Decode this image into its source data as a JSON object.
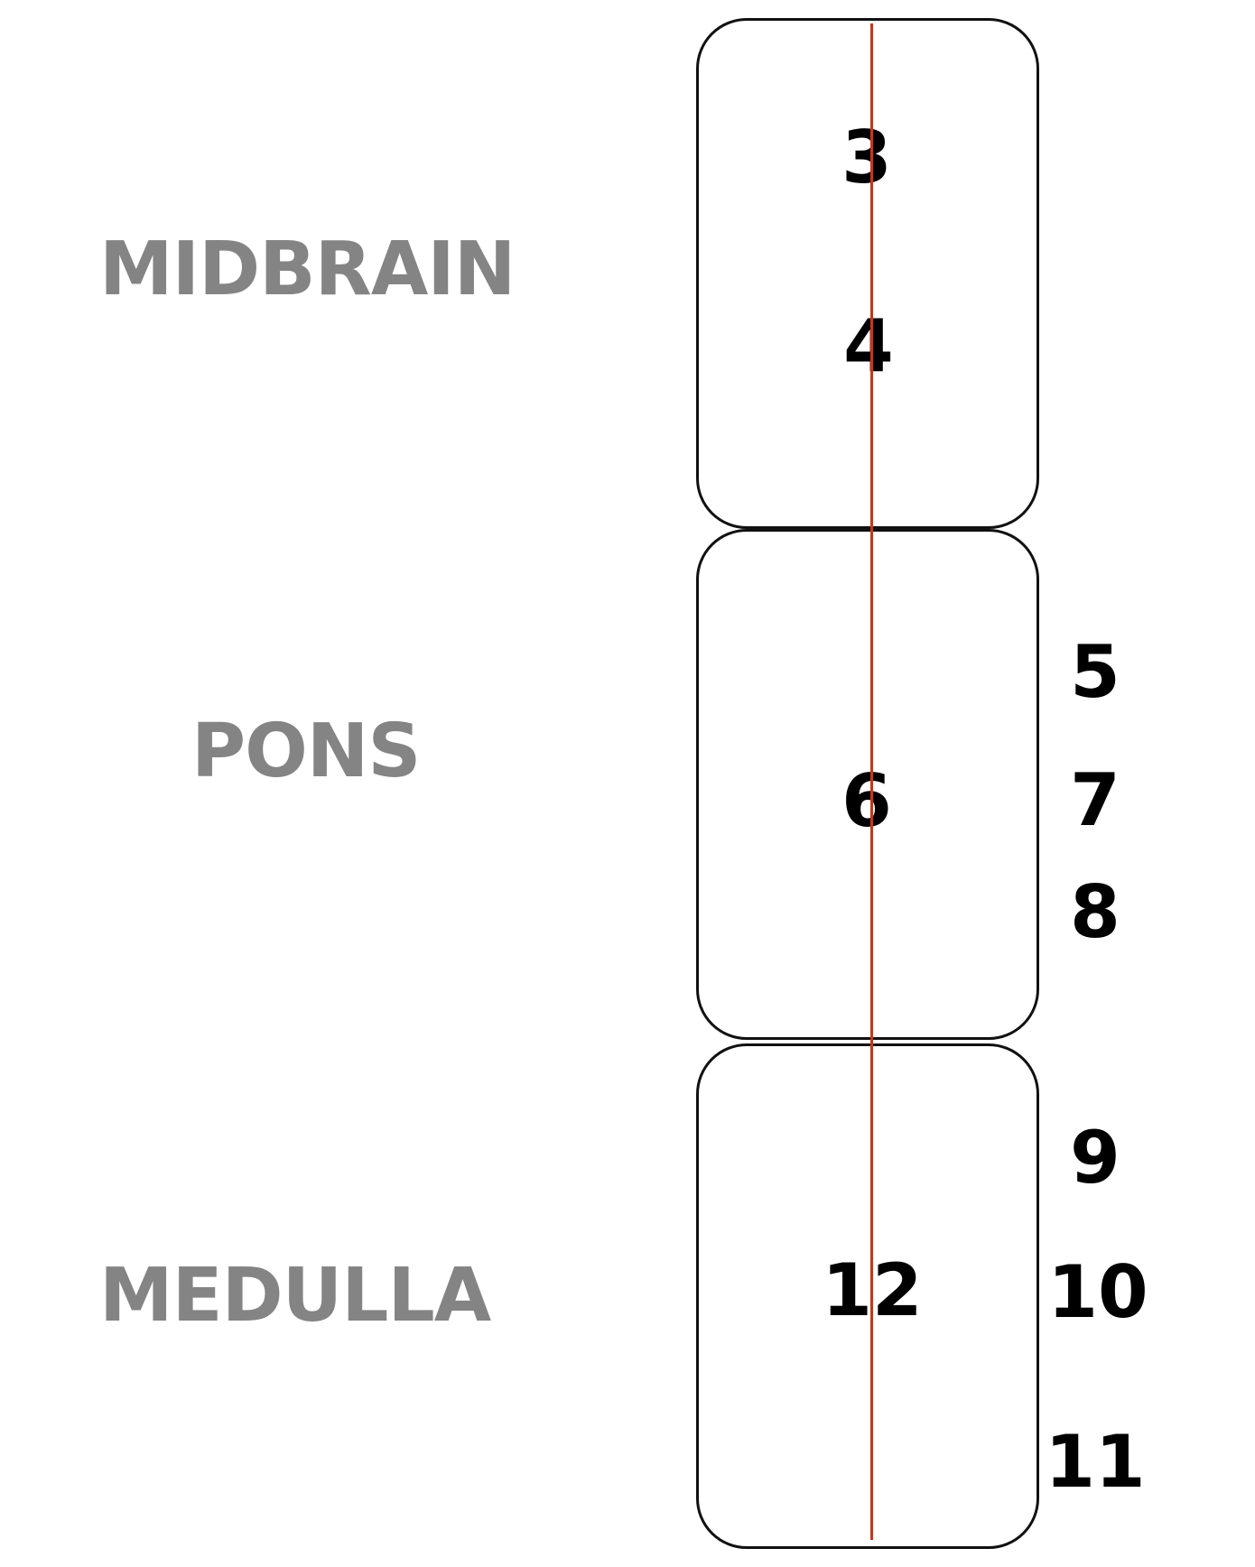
{
  "colors": {
    "label": "#848484",
    "midline": "#c0391f",
    "box_border": "#111111",
    "numbers": "#000000"
  },
  "regions": {
    "midbrain": {
      "label": "MIDBRAIN",
      "nuclei_midline": [
        "3",
        "4"
      ],
      "nuclei_lateral": []
    },
    "pons": {
      "label": "PONS",
      "nuclei_midline": [
        "6"
      ],
      "nuclei_lateral": [
        "5",
        "7",
        "8"
      ]
    },
    "medulla": {
      "label": "MEDULLA",
      "nuclei_midline": [
        "12"
      ],
      "nuclei_lateral": [
        "9",
        "10",
        "11"
      ]
    }
  }
}
